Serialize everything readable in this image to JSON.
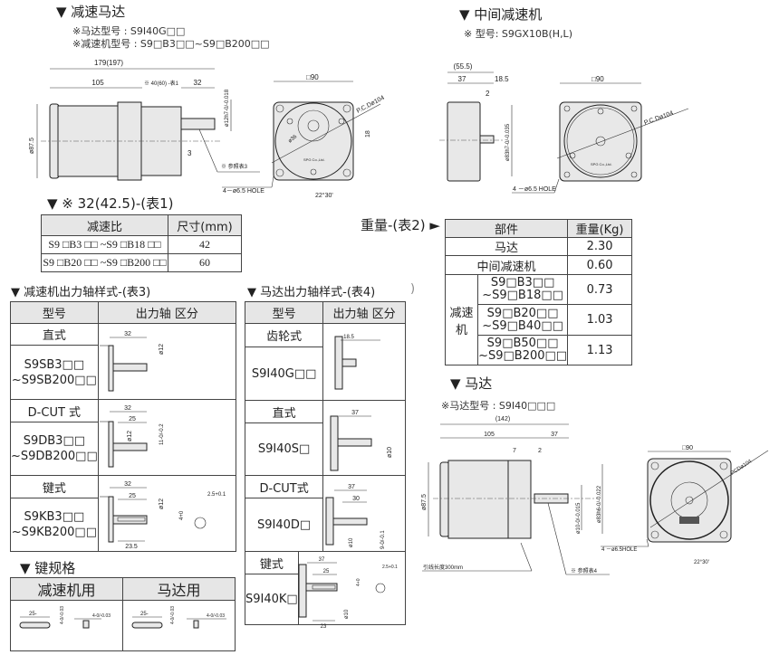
{
  "gear_motor": {
    "title": "▼ 减速马达",
    "motor_model": "※马达型号 : S9I40G□□",
    "gearhead_model": "※减速机型号 : S9□B3□□~S9□B200□□",
    "dims": {
      "overall": "179(197)",
      "motor_len": "105",
      "gear_len": "※ 40(60) -表1",
      "shaft_len": "32",
      "shaft_dia": "ø12h7-0/-0.018",
      "body_dia": "ø87.5",
      "step": "3",
      "note": "※ 参照表3",
      "square": "□90",
      "pcd": "P.C.Dø104",
      "pilot": "ø36",
      "offset": "18",
      "brand": "SPG Co.,Ltd.",
      "hole": "4－ø6.5 HOLE",
      "angle": "22°30'"
    }
  },
  "table1": {
    "title": "▼ ※ 32(42.5)-(表1)",
    "headers": [
      "减速比",
      "尺寸(mm)"
    ],
    "rows": [
      [
        "S9 □B3 □□ ~S9 □B18 □□",
        "42"
      ],
      [
        "S9 □B20 □□ ~S9 □B200 □□",
        "60"
      ]
    ]
  },
  "intermediate": {
    "title": "▼ 中间减速机",
    "model": "※ 型号: S9GX10B(H,L)",
    "dims": {
      "overall": "(55.5)",
      "body": "37",
      "shaft": "18.5",
      "step": "2",
      "dia": "ø83h7-0/-0.035",
      "square": "□90",
      "pcd": "P.C.Dø104",
      "brand": "SPG Co.,Ltd.",
      "hole": "4 －ø6.5 HOLE"
    }
  },
  "table2": {
    "title": "重量-(表2) ►",
    "headers": [
      "部件",
      "重量(Kg)"
    ],
    "rows": [
      {
        "part": "马达",
        "weight": "2.30"
      },
      {
        "part": "中间减速机",
        "weight": "0.60"
      }
    ],
    "group": "减速机",
    "group_rows": [
      {
        "l1": "S9□B3□□",
        "l2": "~S9□B18□□",
        "weight": "0.73"
      },
      {
        "l1": "S9□B20□□",
        "l2": "~S9□B40□□",
        "weight": "1.03"
      },
      {
        "l1": "S9□B50□□",
        "l2": "~S9□B200□□",
        "weight": "1.13"
      }
    ]
  },
  "table3": {
    "title": "▼ 减速机出力轴样式-(表3)",
    "headers": [
      "型号",
      "出力轴 区分"
    ],
    "rows": [
      {
        "type": "直式",
        "m1": "S9SB3□□",
        "m2": "~S9SB200□□",
        "dims": [
          "32",
          "ø12"
        ]
      },
      {
        "type": "D-CUT 式",
        "m1": "S9DB3□□",
        "m2": "~S9DB200□□",
        "dims": [
          "32",
          "25",
          "ø12",
          "11-0/-0.2"
        ]
      },
      {
        "type": "键式",
        "m1": "S9KB3□□",
        "m2": "~S9KB200□□",
        "dims": [
          "32",
          "25",
          "ø12",
          "4+0",
          "2.5+0.1",
          "23.5"
        ]
      }
    ]
  },
  "table4": {
    "title": "▼ 马达出力轴样式-(表4)",
    "headers": [
      "型号",
      "出力轴 区分"
    ],
    "rows": [
      {
        "type": "齿轮式",
        "model": "S9I40G□□",
        "dims": [
          "18.5"
        ]
      },
      {
        "type": "直式",
        "model": "S9I40S□",
        "dims": [
          "37",
          "ø10"
        ]
      },
      {
        "type": "D-CUT式",
        "model": "S9I40D□",
        "dims": [
          "37",
          "30",
          "ø10",
          "9-0/-0.1"
        ]
      },
      {
        "type": "键式",
        "model": "S9I40K□",
        "dims": [
          "37",
          "25",
          "4+0",
          "2.5+0.1",
          "ø10",
          "23"
        ]
      }
    ]
  },
  "key_spec": {
    "title": "▼ 键规格",
    "headers": [
      "减速机用",
      "马达用"
    ],
    "gear": [
      "25-",
      "4-0/-0.03",
      "4-0/-0.03"
    ],
    "motor": [
      "25-",
      "4-0/-0.03",
      "4-0/-0.03"
    ]
  },
  "motor": {
    "title": "▼ 马达",
    "model": "※马达型号 : S9I40□□□",
    "dims": {
      "overall": "(142)",
      "body": "105",
      "shaft": "37",
      "a": "7",
      "b": "2",
      "body_dia": "ø87.5",
      "shaft_dia": "ø10-0/-0.015",
      "pilot": "ø83h6-0/-0.022",
      "lead": "引线长度300mm",
      "note": "※ 参照表4",
      "square": "□90",
      "pcd": "PCDø104",
      "hole": "4 －ø6.5HOLE",
      "angle": "22°30'"
    }
  }
}
